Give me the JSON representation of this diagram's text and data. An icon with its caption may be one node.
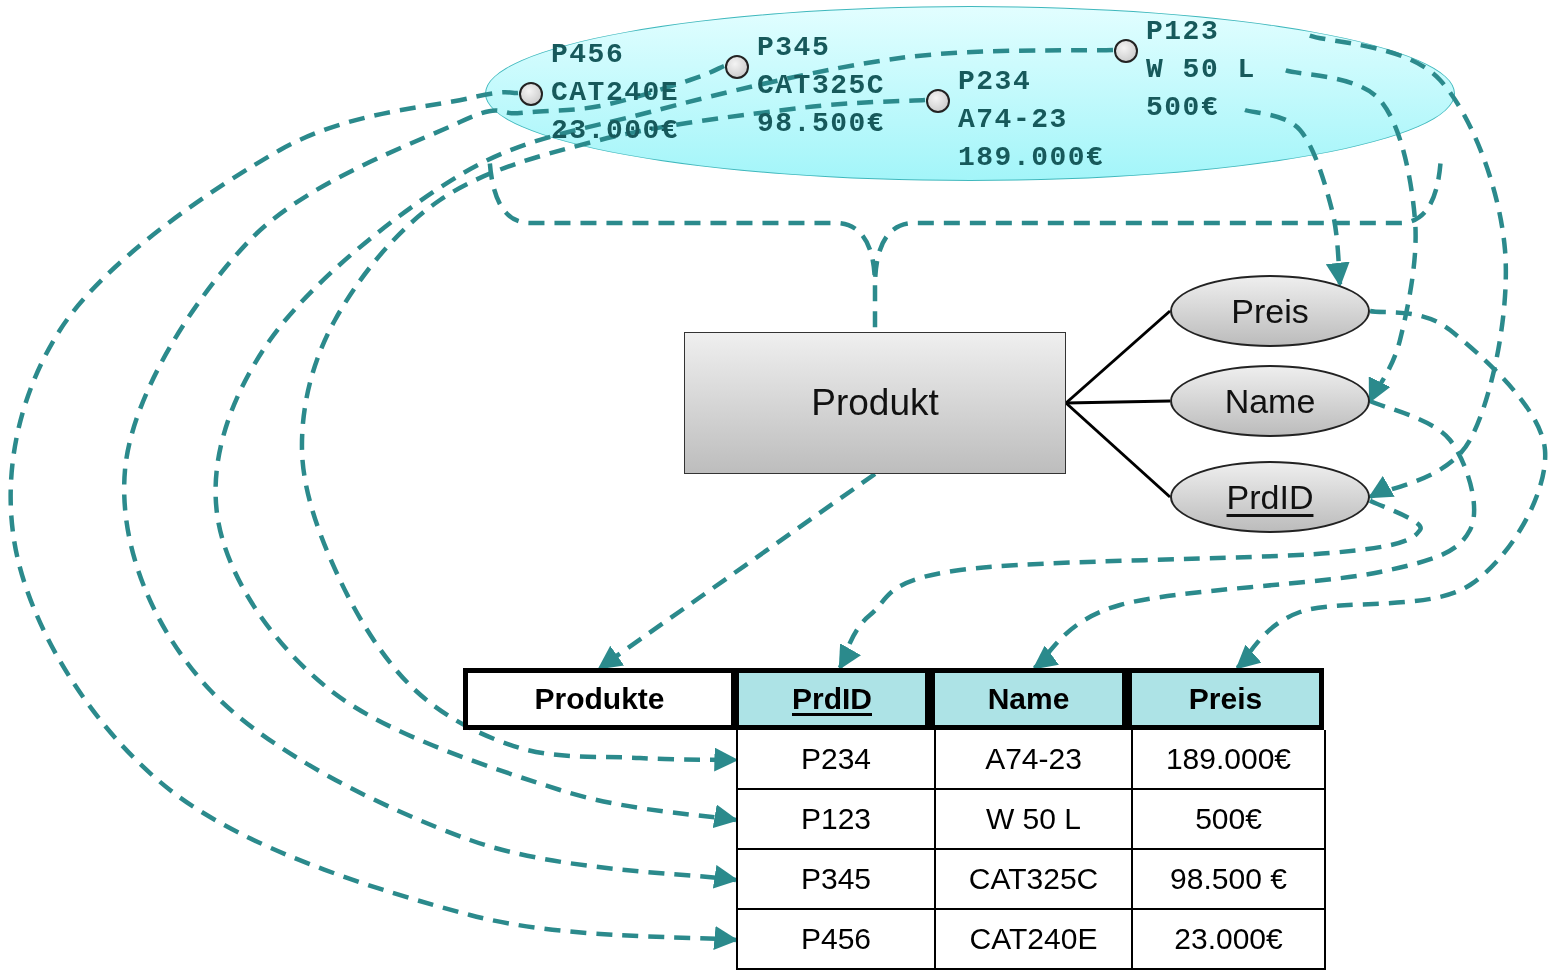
{
  "diagram": {
    "nodes": [
      {
        "text": [],
        "shape": "ellipse"
      },
      {
        "text": [],
        "shape": "circle",
        "in": 0,
        "beside": [
          "P456",
          "CAT240E",
          "23.000€"
        ]
      },
      {
        "text": [],
        "shape": "circle",
        "in": 0,
        "beside": [
          "P345",
          "CAT325C",
          "98.500€"
        ]
      },
      {
        "text": [],
        "shape": "circle",
        "in": 0,
        "beside": [
          "P234",
          "A74-23",
          "189.000€"
        ]
      },
      {
        "text": [],
        "shape": "circle",
        "in": 0,
        "beside": [
          "P123",
          "W 50 L",
          "500€"
        ]
      },
      {
        "text": [
          "Produkt"
        ]
      },
      {
        "text": [
          "Preis"
        ]
      },
      {
        "text": [
          "Name"
        ]
      },
      {
        "text": [
          "PrdID"
        ]
      },
      {
        "text": [
          "Produkte"
        ]
      },
      {
        "text": [
          "PrdID"
        ]
      },
      {
        "text": [
          "Name"
        ]
      },
      {
        "text": [
          "Preis"
        ]
      },
      {
        "text": [
          "P234",
          "A74-23",
          "189.000€"
        ]
      },
      {
        "text": [
          "P123",
          "W 50 L",
          "500€"
        ]
      },
      {
        "text": [
          "P345",
          "CAT325C",
          "98.500 €"
        ]
      },
      {
        "text": [
          "P456",
          "CAT240E",
          "23.000€"
        ]
      }
    ],
    "edges": [
      {
        "from": 0,
        "to": 5,
        "arrow": "none",
        "style": "dashed"
      },
      {
        "from": 5,
        "to": 9,
        "arrow": "to",
        "style": "dashed"
      },
      {
        "from": 4,
        "to": 6,
        "arrow": "to",
        "style": "dashed"
      },
      {
        "from": 4,
        "to": 7,
        "arrow": "to",
        "style": "dashed"
      },
      {
        "from": 4,
        "to": 8,
        "arrow": "to",
        "style": "dashed"
      },
      {
        "from": 6,
        "to": 12,
        "arrow": "to",
        "style": "dashed"
      },
      {
        "from": 7,
        "to": 11,
        "arrow": "to",
        "style": "dashed"
      },
      {
        "from": 8,
        "to": 10,
        "arrow": "to",
        "style": "dashed"
      },
      {
        "from": 1,
        "to": 16,
        "arrow": "to",
        "style": "dashed"
      },
      {
        "from": 2,
        "to": 15,
        "arrow": "to",
        "style": "dashed"
      },
      {
        "from": 4,
        "to": 14,
        "arrow": "to",
        "style": "dashed"
      },
      {
        "from": 3,
        "to": 13,
        "arrow": "to",
        "style": "dashed"
      },
      {
        "from": 5,
        "to": 6,
        "arrow": "none",
        "color": "#000000"
      },
      {
        "from": 5,
        "to": 7,
        "arrow": "none",
        "color": "#000000"
      },
      {
        "from": 5,
        "to": 8,
        "arrow": "none",
        "color": "#000000"
      }
    ]
  }
}
